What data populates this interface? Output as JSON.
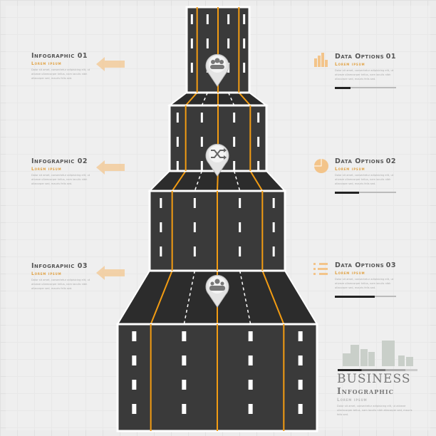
{
  "left_items": [
    {
      "title": "Infographic 01",
      "subtitle": "Lorem ipsum",
      "body": "Dolor sit amet, consectetur adipisicing elit, ut ativeze ullamcorper tellus, nam iaculis nibh allacorper sed, mauris felis sed."
    },
    {
      "title": "Infographic 02",
      "subtitle": "Lorem ipsum",
      "body": "Dolor sit amet, consectetur adipisicing elit, ut ativeze ullamcorper tellus, nam iaculis nibh allacorper sed, mauris felis sed."
    },
    {
      "title": "Infographic 03",
      "subtitle": "Lorem ipsum",
      "body": "Dolor sit amet, consectetur adipisicing elit, ut ativeze ullamcorper tellus, nam iaculis nibh allacorper sed, mauris felis sed."
    }
  ],
  "right_items": [
    {
      "title": "Data Options",
      "number": "01",
      "subtitle": "Lorem ipsum",
      "body": "Dolor sit amet, consectetur adipisicing elit, ut ativeze ullamcorper tellus, nam iaculis nibh allacorper sed, mauris felis sed.",
      "progress": 0.25,
      "icon": "bar-chart-icon"
    },
    {
      "title": "Data Options",
      "number": "02",
      "subtitle": "Lorem ipsum",
      "body": "Dolor sit amet, consectetur adipisicing elit, ut ativeze ullamcorper tellus, nam iaculis nibh allacorper sed, mauris felis sed.",
      "progress": 0.4,
      "icon": "pie-chart-icon"
    },
    {
      "title": "Data Options",
      "number": "03",
      "subtitle": "Lorem ipsum",
      "body": "Dolor sit amet, consectetur adipisicing elit, ut ativeze ullamcorper tellus, nam iaculis nibh allacorper sed, mauris felis sed.",
      "progress": 0.65,
      "icon": "list-icon"
    }
  ],
  "pins": [
    {
      "icon": "group-icon"
    },
    {
      "icon": "shuffle-icon"
    },
    {
      "icon": "team-icon"
    }
  ],
  "business": {
    "title": "Business",
    "subtitle": "Infographic",
    "tagline": "Lorem ipsum",
    "body": "Dolor sit amet, consectetur adipisicing elit, ut ativeze ullamcorper tellus, nam iaculis nibh allacorper sed, mauris felis sed."
  },
  "colors": {
    "accent": "#f0a030",
    "road": "#3a3a3a",
    "lane": "#f39c12"
  }
}
